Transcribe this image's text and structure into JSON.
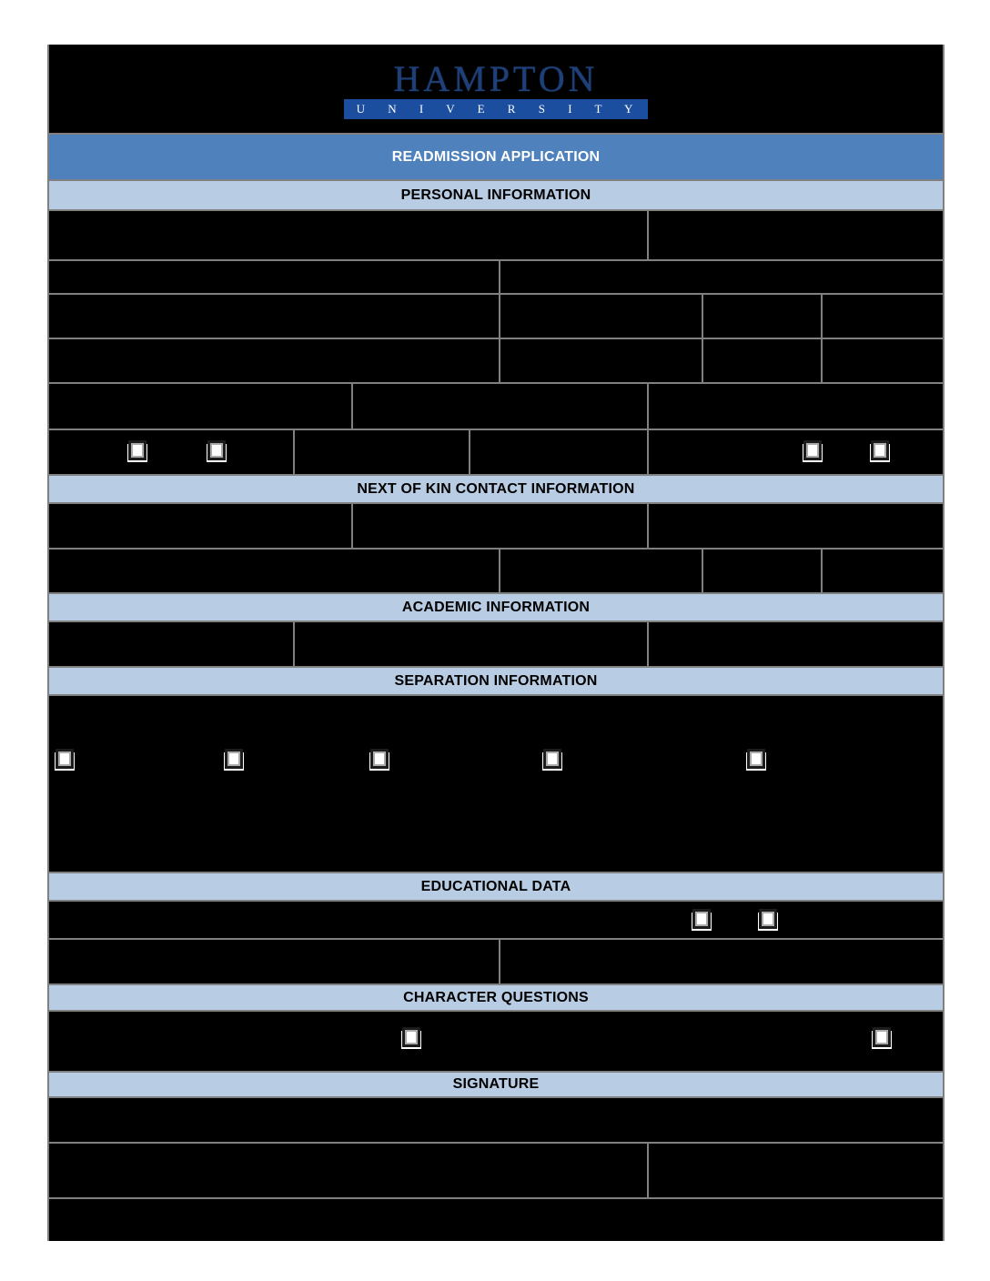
{
  "logo": {
    "title": "HAMPTON",
    "subtitle": "U N I V E R S I T Y",
    "title_color": "#1e3f78",
    "banner_color": "#1c4ea0",
    "banner_text_color": "#ffffff"
  },
  "form": {
    "title": "READMISSION APPLICATION",
    "title_bar_color": "#4f81bd",
    "title_text_color": "#ffffff",
    "section_bar_color": "#b8cce4",
    "section_text_color": "#000000",
    "grid_color": "#808080",
    "cell_color": "#000000",
    "sections": {
      "personal": "PERSONAL INFORMATION",
      "next_of_kin": "NEXT OF KIN CONTACT INFORMATION",
      "academic": "ACADEMIC INFORMATION",
      "separation": "SEPARATION INFORMATION",
      "educational": "EDUCATIONAL DATA",
      "character": "CHARACTER QUESTIONS",
      "signature": "SIGNATURE"
    }
  },
  "checkboxes": {
    "personal_row": [
      {
        "checked": false
      },
      {
        "checked": false
      },
      {
        "checked": false
      },
      {
        "checked": false
      }
    ],
    "separation_row": [
      {
        "checked": false
      },
      {
        "checked": false
      },
      {
        "checked": false
      },
      {
        "checked": false
      },
      {
        "checked": false
      }
    ],
    "educational_row": [
      {
        "checked": false
      },
      {
        "checked": false
      }
    ],
    "character_row": [
      {
        "checked": false
      },
      {
        "checked": false
      }
    ]
  }
}
